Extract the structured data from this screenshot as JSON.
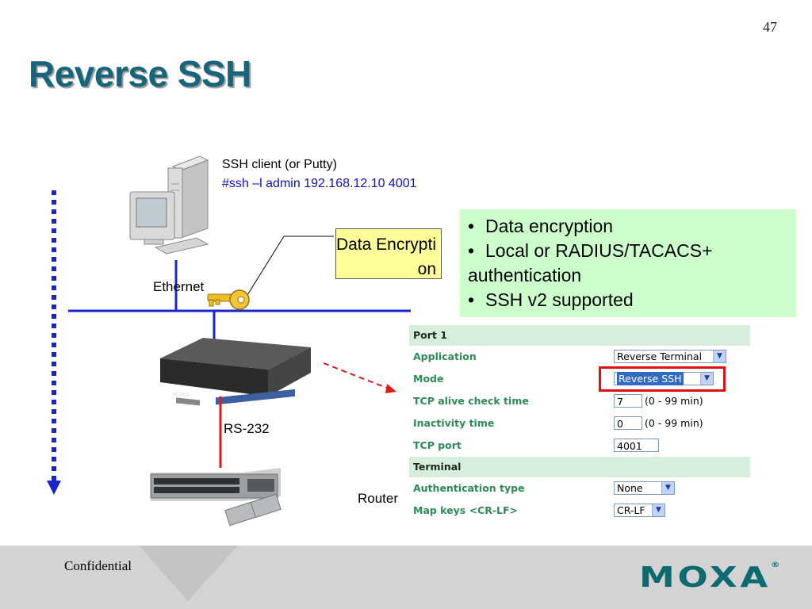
{
  "slide": {
    "page_number": "47",
    "title": "Reverse SSH",
    "footer_note": "Confidential",
    "logo_text": "MOXA",
    "logo_mark": "®"
  },
  "diagram": {
    "client_label": "SSH client (or Putty)",
    "client_command": "#ssh –l admin 192.168.12.10 4001",
    "encryption_box": "Data Encryption",
    "ethernet_label": "Ethernet",
    "rs232_label": "RS-232",
    "router_label": "Router",
    "colors": {
      "title": "#17657a",
      "command": "#1010c0",
      "callout": "#ffff99",
      "features": "#ccffcc",
      "lan": "#1a24d0",
      "serial": "#e01818"
    }
  },
  "features": [
    {
      "bullet": "•",
      "text": "Data encryption"
    },
    {
      "bullet": "•",
      "text": "Local or RADIUS/TACACS+ authentication"
    },
    {
      "bullet": "•",
      "text": "SSH v2 supported"
    }
  ],
  "config": {
    "sections": [
      {
        "header": "Port 1",
        "rows": [
          {
            "label": "Application",
            "type": "select",
            "value": "Reverse Terminal"
          },
          {
            "label": "Mode",
            "type": "select",
            "value": "Reverse SSH",
            "highlighted": true
          },
          {
            "label": "TCP alive check time",
            "type": "input",
            "value": "7",
            "unit": "(0 - 99 min)"
          },
          {
            "label": "Inactivity time",
            "type": "input",
            "value": "0",
            "unit": "(0 - 99 min)"
          },
          {
            "label": "TCP port",
            "type": "input",
            "value": "4001"
          }
        ]
      },
      {
        "header": "Terminal",
        "rows": [
          {
            "label": "Authentication type",
            "type": "select",
            "value": "None"
          },
          {
            "label": "Map keys <CR-LF>",
            "type": "select",
            "value": "CR-LF"
          }
        ]
      }
    ]
  }
}
